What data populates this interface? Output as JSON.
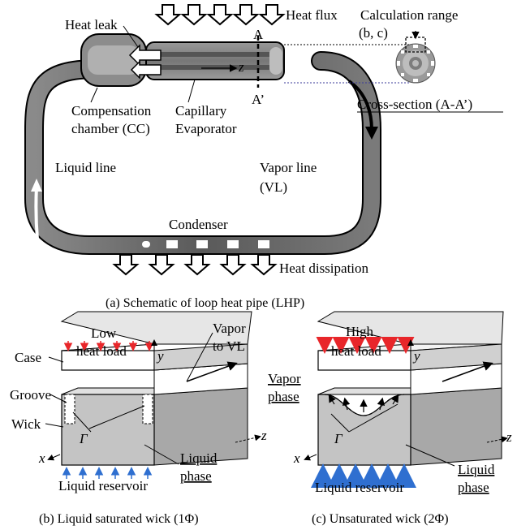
{
  "panel_a": {
    "labels": {
      "heat_leak": "Heat leak",
      "heat_flux": "Heat flux",
      "calc_range": "Calculation range",
      "calc_range_sub": "(b, c)",
      "section_a": "A",
      "section_a_prime": "A’",
      "z": "z",
      "cross_section": "Cross-section (A-A’)",
      "cc_line1": "Compensation",
      "cc_line2": "chamber (CC)",
      "evap_line1": "Capillary",
      "evap_line2": "Evaporator",
      "liquid_line": "Liquid line",
      "vapor_line1": "Vapor line",
      "vapor_line2": "(VL)",
      "condenser": "Condenser",
      "heat_dissipation": "Heat dissipation"
    },
    "caption": "(a) Schematic of loop heat pipe (LHP)"
  },
  "panel_b": {
    "labels": {
      "load_line1": "Low",
      "load_line2": "heat load",
      "case": "Case",
      "groove": "Groove",
      "wick": "Wick",
      "x": "x",
      "y": "y",
      "z": "z",
      "gamma": "Γ",
      "vapor_line1": "Vapor",
      "vapor_line2": "to VL",
      "liquid_line1": "Liquid",
      "liquid_line2": "phase",
      "reservoir": "Liquid reservoir"
    },
    "caption": "(b) Liquid saturated wick (1Φ)"
  },
  "panel_c": {
    "labels": {
      "load_line1": "High",
      "load_line2": "heat load",
      "vapor_line1": "Vapor",
      "vapor_line2": "phase",
      "x": "x",
      "y": "y",
      "z": "z",
      "gamma": "Γ",
      "liquid_line1": "Liquid",
      "liquid_line2": "phase",
      "reservoir": "Liquid reservoir"
    },
    "caption": "(c) Unsaturated wick (2Φ)"
  },
  "colors": {
    "red_arrow": "#e8262a",
    "blue_arrow": "#2f6fd0",
    "wick_gray": "#c4c4c4",
    "dark_pipe": "#6e6e6e"
  }
}
